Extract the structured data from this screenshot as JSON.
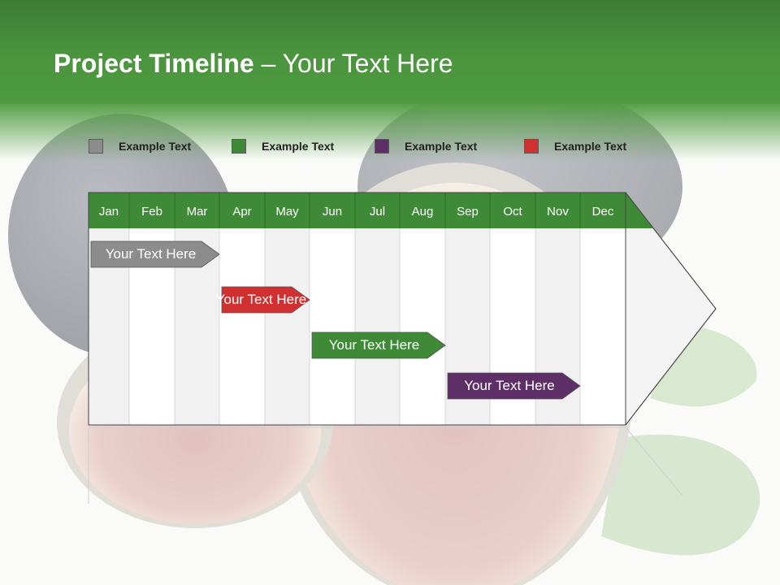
{
  "slide": {
    "title_bold": "Project Timeline",
    "title_rest": " – Your Text Here"
  },
  "legend": [
    {
      "label": "Example Text",
      "color": "#8c8c8c"
    },
    {
      "label": "Example Text",
      "color": "#3f8a36"
    },
    {
      "label": "Example Text",
      "color": "#5e2f66"
    },
    {
      "label": "Example Text",
      "color": "#d03030"
    }
  ],
  "months": [
    "Jan",
    "Feb",
    "Mar",
    "Apr",
    "May",
    "Jun",
    "Jul",
    "Aug",
    "Sep",
    "Oct",
    "Nov",
    "Dec"
  ],
  "tasks": [
    {
      "label": "Your  Text Here",
      "start": "Jan",
      "end": "Mar",
      "color": "#8c8c8c"
    },
    {
      "label": "Your  Text Here",
      "start": "Apr",
      "end": "May",
      "color": "#d03030"
    },
    {
      "label": "Your  Text Here",
      "start": "Jun",
      "end": "Aug",
      "color": "#3f8a36"
    },
    {
      "label": "Your  Text Here",
      "start": "Sep",
      "end": "Nov",
      "color": "#5e2f66"
    }
  ],
  "colors": {
    "header_green": "#4a953d",
    "month_header": "#3f8a36",
    "column_shade": "#f1f1f1",
    "column_white": "#ffffff"
  }
}
